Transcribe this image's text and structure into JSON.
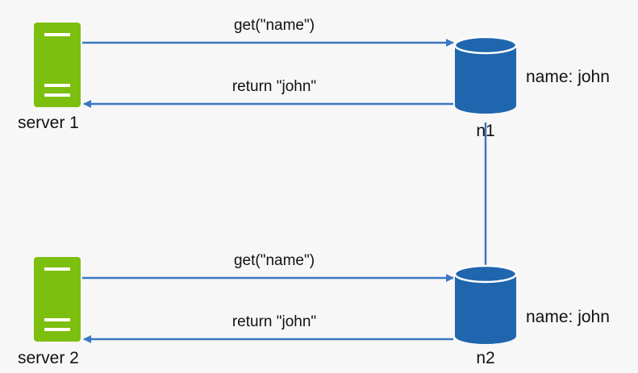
{
  "colors": {
    "server": "#7cbf0f",
    "server_stripe": "#ffffff",
    "db": "#1f66ae",
    "db_top": "#2f7ac4",
    "arrow": "#3a78c1",
    "link": "#3a78c1",
    "text": "#111111",
    "background": "#f7f7f7"
  },
  "icons": {
    "server": "server-icon",
    "database": "database-icon"
  },
  "top": {
    "server_label": "server 1",
    "request_label": "get(\"name\")",
    "response_label": "return \"john\"",
    "node_label": "n1",
    "value_label": "name: john"
  },
  "bottom": {
    "server_label": "server 2",
    "request_label": "get(\"name\")",
    "response_label": "return \"john\"",
    "node_label": "n2",
    "value_label": "name: john"
  }
}
